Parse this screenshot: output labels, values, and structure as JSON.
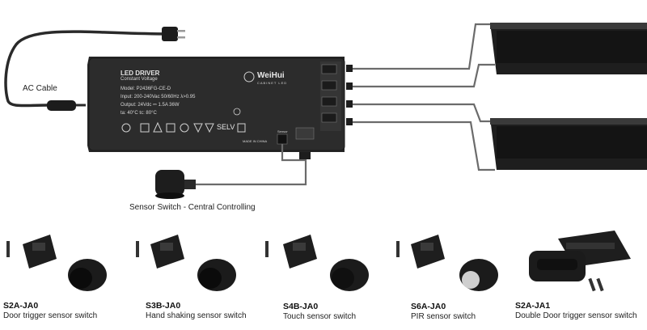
{
  "labels": {
    "ac_cable": "AC Cable",
    "sensor_switch": "Sensor Switch - Central Controlling"
  },
  "driver": {
    "title": "LED DRIVER",
    "subtitle": "Constant Voltage",
    "model": "Model: P2436FG-CE-D",
    "input": "Input: 200-240Vac  50/60Hz  λ>0.95",
    "output": "Output: 24Vdc ⎓ 1.5A  36W",
    "temps": "ta: 40°C   tc: 80°C",
    "selv": "SELV",
    "made_in": "MADE IN CHINA",
    "brand": "WeiHui",
    "brand_sub": "CABINET LED",
    "sensor_port": "Sensor"
  },
  "products": [
    {
      "code": "S2A-JA0",
      "name": "Door trigger sensor switch"
    },
    {
      "code": "S3B-JA0",
      "name": "Hand shaking sensor switch"
    },
    {
      "code": "S4B-JA0",
      "name": "Touch sensor switch"
    },
    {
      "code": "S6A-JA0",
      "name": "PIR sensor switch"
    },
    {
      "code": "S2A-JA1",
      "name": "Double Door trigger sensor switch"
    }
  ],
  "colors": {
    "driver_body": "#2b2b2b",
    "cable": "#555555",
    "text": "#222222"
  }
}
